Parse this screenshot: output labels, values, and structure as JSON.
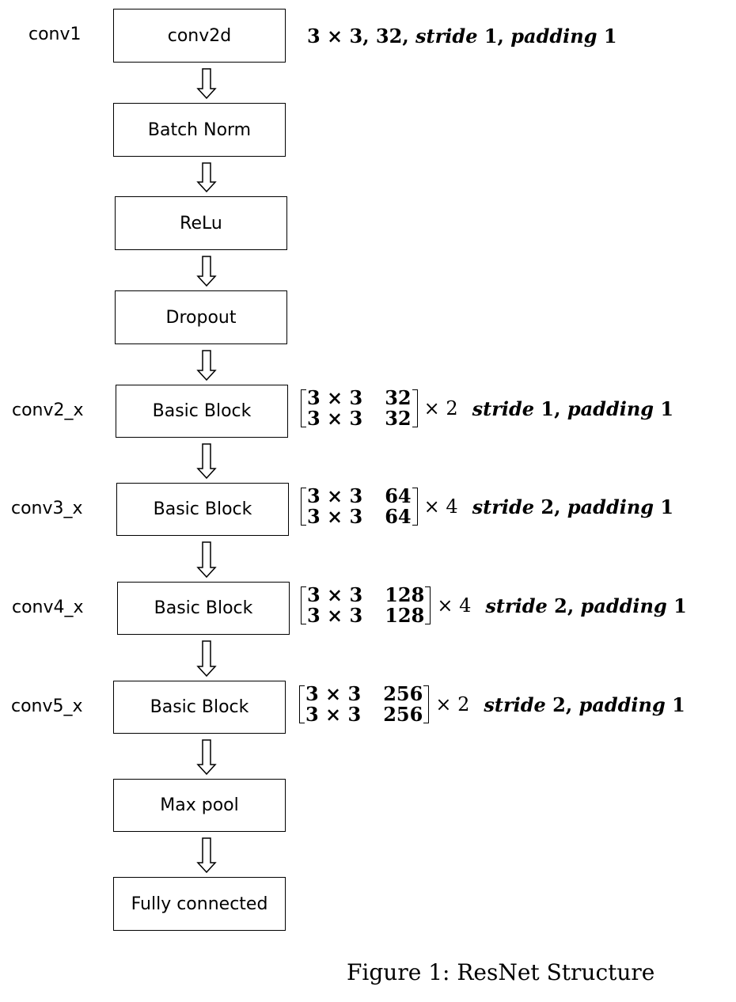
{
  "layers": [
    {
      "label": "conv2d",
      "side": "conv1",
      "spec": {
        "kind": "line",
        "text": "3 × 3, 32, ",
        "stride": "stride",
        "stride_val": " 1, ",
        "padding": "padding",
        "padding_val": " 1"
      }
    },
    {
      "label": "Batch Norm",
      "side": "",
      "spec": null
    },
    {
      "label": "ReLu",
      "side": "",
      "spec": null
    },
    {
      "label": "Dropout",
      "side": "",
      "spec": null
    },
    {
      "label": "Basic Block",
      "side": "conv2_x",
      "spec": {
        "kind": "matrix",
        "r1c1": "3 × 3",
        "r1c2": "32",
        "r2c1": "3 × 3",
        "r2c2": "32",
        "mult": "× 2",
        "stride": "stride",
        "stride_val": " 1, ",
        "padding": "padding",
        "padding_val": " 1"
      }
    },
    {
      "label": "Basic Block",
      "side": "conv3_x",
      "spec": {
        "kind": "matrix",
        "r1c1": "3 × 3",
        "r1c2": "64",
        "r2c1": "3 × 3",
        "r2c2": "64",
        "mult": "× 4",
        "stride": "stride",
        "stride_val": " 2, ",
        "padding": "padding",
        "padding_val": " 1"
      }
    },
    {
      "label": "Basic Block",
      "side": "conv4_x",
      "spec": {
        "kind": "matrix",
        "r1c1": "3 × 3",
        "r1c2": "128",
        "r2c1": "3 × 3",
        "r2c2": "128",
        "mult": "× 4",
        "stride": "stride",
        "stride_val": " 2, ",
        "padding": "padding",
        "padding_val": " 1"
      }
    },
    {
      "label": "Basic Block",
      "side": "conv5_x",
      "spec": {
        "kind": "matrix",
        "r1c1": "3 × 3",
        "r1c2": "256",
        "r2c1": "3 × 3",
        "r2c2": "256",
        "mult": "× 2",
        "stride": "stride",
        "stride_val": " 2, ",
        "padding": "padding",
        "padding_val": " 1"
      }
    },
    {
      "label": "Max pool",
      "side": "",
      "spec": null
    },
    {
      "label": "Fully connected",
      "side": "",
      "spec": null
    }
  ],
  "caption": "Figure 1:  ResNet Structure"
}
